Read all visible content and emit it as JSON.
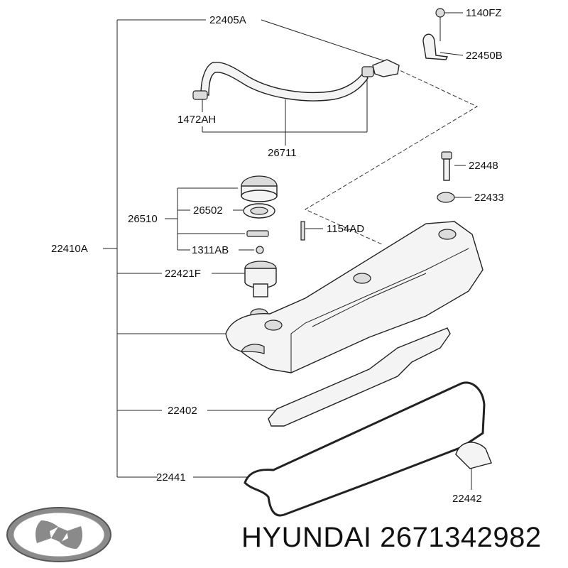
{
  "labels": {
    "l_22405A": "22405A",
    "l_1140FZ": "1140FZ",
    "l_22450B": "22450B",
    "l_1472AH": "1472AH",
    "l_26711": "26711",
    "l_22448": "22448",
    "l_22433": "22433",
    "l_26510": "26510",
    "l_26502": "26502",
    "l_1154AD": "1154AD",
    "l_22410A": "22410A",
    "l_1311AB": "1311AB",
    "l_22421F": "22421F",
    "l_22402": "22402",
    "l_22441": "22441",
    "l_22442": "22442"
  },
  "footer": {
    "brand_text": "HYUNDAI 2671342982"
  }
}
